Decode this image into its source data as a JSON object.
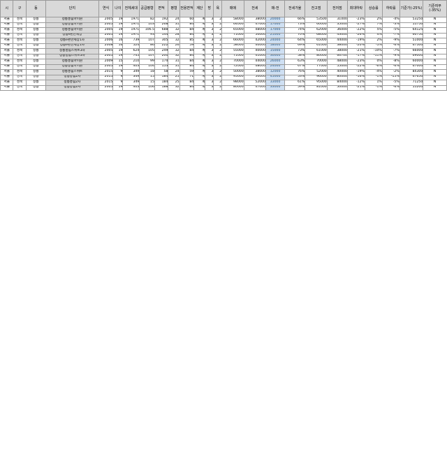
{
  "headers": [
    "시",
    "구",
    "동",
    "단지",
    "연식",
    "나이",
    "전체세대",
    "공급평형",
    "면적",
    "평형",
    "전용면적",
    "계단",
    "방",
    "욕",
    "매매",
    "전세",
    "매-전",
    "전세가율",
    "전고점",
    "전저점",
    "최대하락",
    "상승률",
    "하락률",
    "기준가(-25%)",
    "기준여부(-35%)"
  ],
  "rows": [
    [
      "서울",
      "성북",
      "정릉",
      "정릉풍림아이원",
      "2005",
      "19",
      "1971",
      "82",
      "192",
      "24",
      "60",
      "계",
      "3",
      "2",
      "58000",
      "38000",
      "20000",
      "66%",
      "53500",
      "31000",
      "-23%",
      "2%",
      "-4%",
      "53250",
      "N"
    ],
    [
      "서울",
      "성북",
      "정릉",
      "정릉풍림아이원",
      "2005",
      "19",
      "1971",
      "103",
      "268",
      "31",
      "84",
      "계",
      "3",
      "2",
      "64000",
      "47000",
      "17000",
      "73%",
      "60000",
      "35000",
      "-27%",
      "7%",
      "-3%",
      "55750",
      "N"
    ],
    [
      "서울",
      "성북",
      "정릉",
      "정릉풍림아이원",
      "2005",
      "19",
      "1971",
      "106.5",
      "688",
      "32",
      "84",
      "계",
      "3",
      "2",
      "65000",
      "48000",
      "17000",
      "74%",
      "62000",
      "36000",
      "-22%",
      "5%",
      "-5%",
      "64125",
      "N"
    ],
    [
      "서울",
      "성북",
      "정릉",
      "정릉e편한세상",
      "2005",
      "19",
      "1971",
      "93",
      "144",
      "28",
      "84",
      "계",
      "3",
      "2",
      "71000",
      "50000",
      "21000",
      "70%",
      "68000",
      "43000",
      "-26%",
      "4%",
      "-7%",
      "60750",
      "N"
    ],
    [
      "서울",
      "성북",
      "정릉",
      "정릉e편한세상1차",
      "2006",
      "16",
      "739",
      "107",
      "305",
      "32",
      "85",
      "계",
      "3",
      "2",
      "66000",
      "42000",
      "24000",
      "64%",
      "65000",
      "44000",
      "-19%",
      "2%",
      "-9%",
      "51000",
      "N"
    ],
    [
      "서울",
      "성북",
      "정릉",
      "정릉e편한세상1차",
      "2008",
      "16",
      "524",
      "86",
      "222",
      "26",
      "59",
      "계",
      "3",
      "2",
      "58000",
      "40000",
      "18000",
      "69%",
      "61000",
      "38000",
      "-20%",
      "-5%",
      "-6%",
      "67500",
      "N"
    ],
    [
      "서울",
      "성북",
      "정릉",
      "정릉풍림스위트3차",
      "2005",
      "19",
      "624",
      "105",
      "249",
      "32",
      "84",
      "계",
      "3",
      "2",
      "55000",
      "40000",
      "15000",
      "73%",
      "61000",
      "38000",
      "-21%",
      "-10%",
      "-7%",
      "66000",
      "N"
    ],
    [
      "서울",
      "성북",
      "정릉",
      "정릉풍림스위트3차",
      "2005",
      "19",
      "745",
      "107",
      "200",
      "32",
      "84",
      "계",
      "3",
      "2",
      "71000",
      "41000",
      "30000",
      "58%",
      "80000",
      "66700",
      "-17%",
      "-11%",
      "-9%",
      "69000",
      "N"
    ],
    [
      "서울",
      "성북",
      "정릉",
      "정릉풍림아이원",
      "2009",
      "15",
      "210",
      "99",
      "174",
      "31",
      "84",
      "계",
      "3",
      "2",
      "70000",
      "44000",
      "26000",
      "63%",
      "70000",
      "48000",
      "-23%",
      "0%",
      "-8%",
      "60000",
      "N"
    ],
    [
      "서울",
      "성북",
      "정릉",
      "정릉풍림아이원",
      "2005",
      "19",
      "403",
      "104",
      "153",
      "31",
      "84",
      "계",
      "3",
      "2",
      "72000",
      "48000",
      "24000",
      "67%",
      "77000",
      "55000",
      "-22%",
      "-6%",
      "-6%",
      "67000",
      "N"
    ],
    [
      "서울",
      "성북",
      "정릉",
      "정릉풍림스위트",
      "2015",
      "9",
      "349",
      "18",
      "58",
      "24",
      "59",
      "계",
      "3",
      "2",
      "50000",
      "38000",
      "12000",
      "76%",
      "52000",
      "40000",
      "-19%",
      "-4%",
      "-2%",
      "84300",
      "N"
    ],
    [
      "서울",
      "성북",
      "정릉",
      "정릉풍림2차",
      "2015",
      "9",
      "349",
      "15",
      "184",
      "25",
      "71",
      "계",
      "3",
      "2",
      "95000",
      "50000",
      "45000",
      "53%",
      "96000",
      "80000",
      "-16%",
      "-1%",
      "-15%",
      "67650",
      "N"
    ],
    [
      "서울",
      "성북",
      "정릉",
      "정릉풍림2차",
      "2015",
      "9",
      "349",
      "15",
      "184",
      "25",
      "84",
      "계",
      "3",
      "2",
      "98000",
      "52000",
      "33000",
      "61%",
      "95000",
      "84000",
      "-12%",
      "1%",
      "-5%",
      "71250",
      "N"
    ],
    [
      "서울",
      "성북",
      "정릉",
      "정릉풍림2차",
      "2005",
      "19",
      "403",
      "106",
      "188",
      "32",
      "84",
      "계",
      "3",
      "2",
      "80000",
      "47000",
      "33000",
      "59%",
      "81000",
      "50000",
      "-21%",
      "-1%",
      "-6%",
      "55200",
      "N"
    ]
  ]
}
